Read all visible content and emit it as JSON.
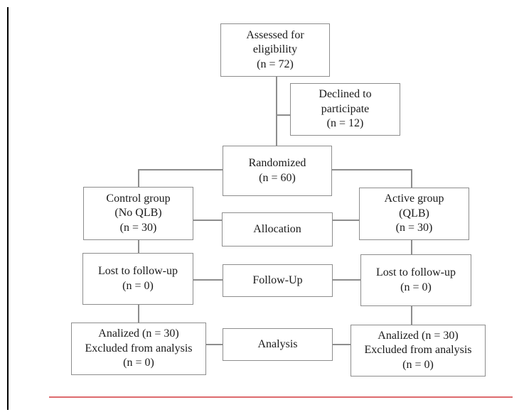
{
  "figure": {
    "type": "consort-flow-diagram",
    "description": "Participant flow diagram"
  },
  "boxes": {
    "assessed": "Assessed for\neligibility\n(n = 72)",
    "declined": "Declined to\nparticipate\n(n = 12)",
    "randomized": "Randomized\n(n = 60)",
    "control_group": "Control group\n(No QLB)\n(n = 30)",
    "allocation": "Allocation",
    "active_group": "Active group\n(QLB)\n(n = 30)",
    "lost_followup_left": "Lost to follow-up\n(n = 0)",
    "follow_up": "Follow-Up",
    "lost_followup_right": "Lost to follow-up\n(n = 0)",
    "analyzed_left": "Analized (n = 30)\nExcluded from analysis\n(n = 0)",
    "analysis": "Analysis",
    "analyzed_right": "Analized (n = 30)\nExcluded from analysis\n(n = 0)"
  },
  "values": {
    "assessed_n": 72,
    "declined_n": 12,
    "randomized_n": 60,
    "control_n": 30,
    "active_n": 30,
    "lost_left_n": 0,
    "lost_right_n": 0,
    "analyzed_left_n": 30,
    "excluded_left_n": 0,
    "analyzed_right_n": 30,
    "excluded_right_n": 0
  },
  "colors": {
    "background": "#ffffff",
    "box_border": "#8d8d8d",
    "connector": "#8d8d8d",
    "red_rule": "#dd6a6e",
    "black_rule": "#000000",
    "text": "#1a1a1a"
  }
}
